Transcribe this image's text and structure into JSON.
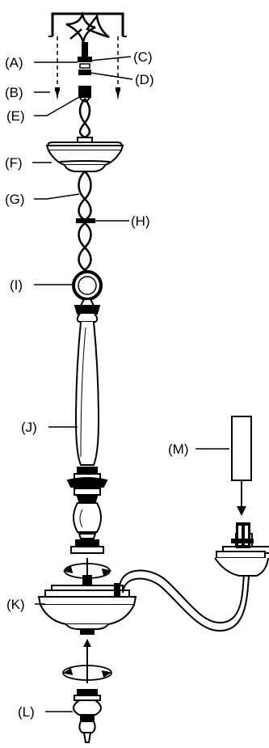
{
  "diagram": {
    "parts": [
      {
        "id": "A",
        "label": "(A)"
      },
      {
        "id": "B",
        "label": "(B)"
      },
      {
        "id": "C",
        "label": "(C)"
      },
      {
        "id": "D",
        "label": "(D)"
      },
      {
        "id": "E",
        "label": "(E)"
      },
      {
        "id": "F",
        "label": "(F)"
      },
      {
        "id": "G",
        "label": "(G)"
      },
      {
        "id": "H",
        "label": "(H)"
      },
      {
        "id": "I",
        "label": "(I)"
      },
      {
        "id": "J",
        "label": "(J)"
      },
      {
        "id": "K",
        "label": "(K)"
      },
      {
        "id": "L",
        "label": "(L)"
      },
      {
        "id": "M",
        "label": "(M)"
      }
    ],
    "colors": {
      "line": "#000000",
      "background": "#ffffff",
      "glass": "#f2f2f2"
    }
  }
}
